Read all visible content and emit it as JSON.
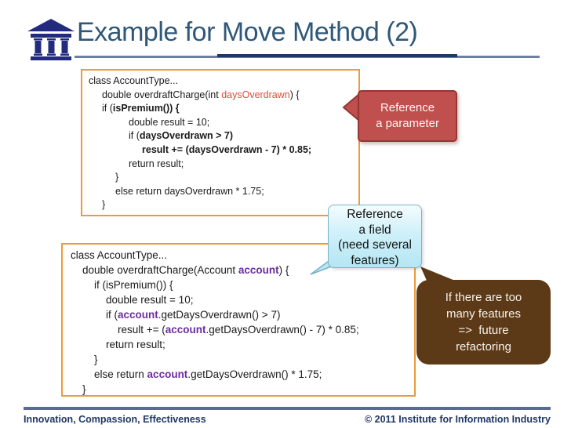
{
  "header": {
    "title": "Example for Move Method (2)",
    "logo_icon": "bank-columns-icon"
  },
  "colors": {
    "title_text": "#2F5878",
    "title_underline": "#6F7FA3",
    "title_underline_accent": "#1B3A68",
    "logo_navy": "#232B7E",
    "code_box_border": "#EC9A3C",
    "code_text": "#1A1A1A",
    "code_token_red": "#DC4C3F",
    "code_token_purple": "#6B2D9E",
    "callout_parameter_fill": "#C0504D",
    "callout_parameter_border": "#943634",
    "callout_field_fill": "#B5E6F4",
    "callout_field_border": "#79B3C6",
    "callout_refactoring_fill": "#5D3A17",
    "footer_text": "#203864",
    "footer_line": "#5A6A94"
  },
  "code_before": {
    "lines": [
      {
        "indent": 0,
        "seg": [
          [
            "p",
            "class AccountType..."
          ]
        ]
      },
      {
        "indent": 1,
        "seg": [
          [
            "p",
            "double overdraftCharge(int "
          ],
          [
            "r",
            "daysOverdrawn"
          ],
          [
            "p",
            ") {"
          ]
        ]
      },
      {
        "indent": 1,
        "seg": [
          [
            "p",
            "if ("
          ],
          [
            "b",
            "isPremium()) {"
          ]
        ]
      },
      {
        "indent": 3,
        "seg": [
          [
            "p",
            "double result = 10;"
          ]
        ]
      },
      {
        "indent": 3,
        "seg": [
          [
            "p",
            "if ("
          ],
          [
            "b",
            "daysOverdrawn > 7)"
          ]
        ]
      },
      {
        "indent": 4,
        "seg": [
          [
            "b",
            "result += (daysOverdrawn - 7) * 0.85;"
          ]
        ]
      },
      {
        "indent": 3,
        "seg": [
          [
            "p",
            "return result;"
          ]
        ]
      },
      {
        "indent": 2,
        "seg": [
          [
            "p",
            "}"
          ]
        ]
      },
      {
        "indent": 2,
        "seg": [
          [
            "p",
            "else return daysOverdrawn * 1.75;"
          ]
        ]
      },
      {
        "indent": 1,
        "seg": [
          [
            "p",
            "}"
          ]
        ]
      }
    ]
  },
  "code_after": {
    "lines": [
      {
        "indent": 0,
        "seg": [
          [
            "p",
            "class AccountType..."
          ]
        ]
      },
      {
        "indent": 1,
        "seg": [
          [
            "p",
            "double overdraftCharge(Account "
          ],
          [
            "pb",
            "account"
          ],
          [
            "p",
            ") {"
          ]
        ]
      },
      {
        "indent": 2,
        "seg": [
          [
            "p",
            "if (isPremium()) {"
          ]
        ]
      },
      {
        "indent": 3,
        "seg": [
          [
            "p",
            "double result = 10;"
          ]
        ]
      },
      {
        "indent": 3,
        "seg": [
          [
            "p",
            "if ("
          ],
          [
            "pb",
            "account"
          ],
          [
            "p",
            ".getDaysOverdrawn() > 7)"
          ]
        ]
      },
      {
        "indent": 4,
        "seg": [
          [
            "p",
            "result += ("
          ],
          [
            "pb",
            "account"
          ],
          [
            "p",
            ".getDaysOverdrawn() - 7) * 0.85;"
          ]
        ]
      },
      {
        "indent": 3,
        "seg": [
          [
            "p",
            "return result;"
          ]
        ]
      },
      {
        "indent": 2,
        "seg": [
          [
            "p",
            "}"
          ]
        ]
      },
      {
        "indent": 2,
        "seg": [
          [
            "p",
            "else return "
          ],
          [
            "pb",
            "account"
          ],
          [
            "p",
            ".getDaysOverdrawn() * 1.75;"
          ]
        ]
      },
      {
        "indent": 1,
        "seg": [
          [
            "p",
            "}"
          ]
        ]
      }
    ]
  },
  "callouts": {
    "parameter": {
      "lines": [
        "Reference",
        "a parameter"
      ]
    },
    "field": {
      "lines": [
        "Reference",
        "a field",
        "(need several",
        "features)"
      ]
    },
    "refactoring": {
      "lines": [
        "If there are too",
        "many features",
        "=>  future",
        "refactoring"
      ]
    }
  },
  "footer": {
    "left": "Innovation, Compassion, Effectiveness",
    "right": "© 2011 Institute for Information Industry"
  }
}
